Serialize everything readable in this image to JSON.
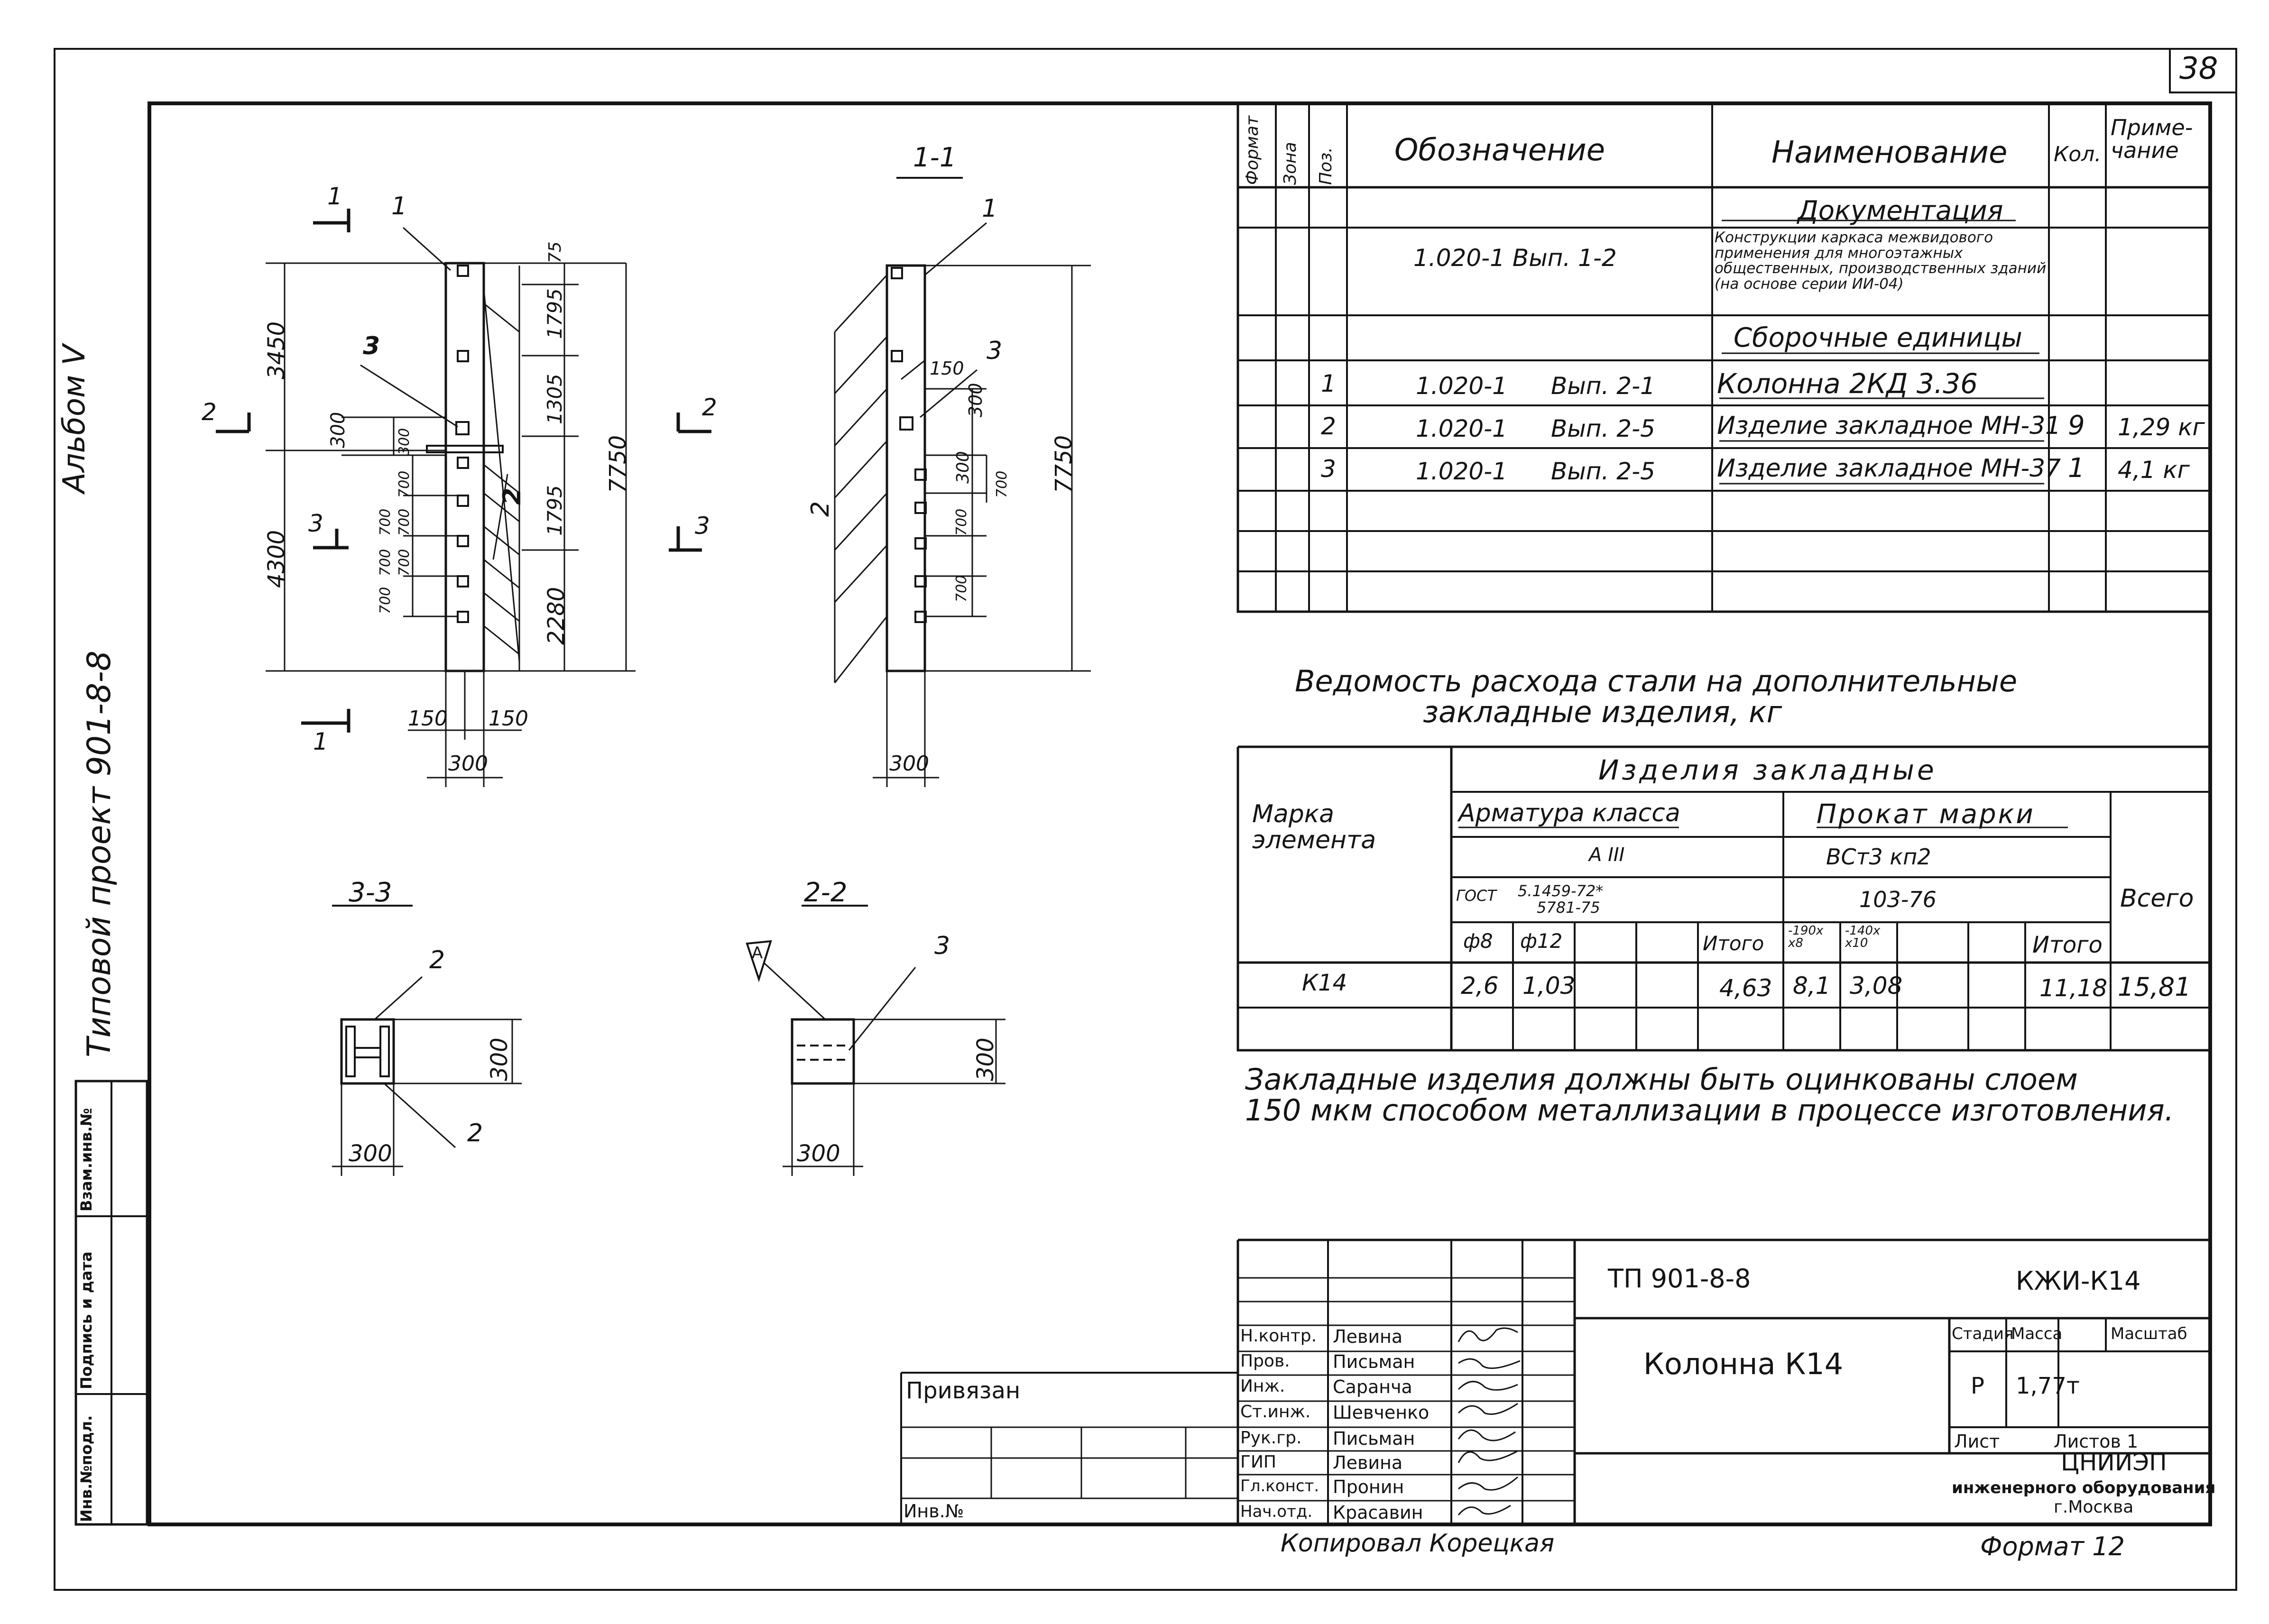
{
  "sheet_number": "38",
  "side": {
    "album": "Альбом V",
    "project": "Типовой проект 901-8-8",
    "stamp_cols": [
      "Инв.№подл.",
      "Подпись и дата",
      "Взам.инв.№"
    ]
  },
  "views": {
    "section_1_1": "1-1",
    "section_2_2": "2-2",
    "section_3_3": "3-3",
    "front": {
      "cut_marks": [
        "1",
        "1",
        "2",
        "2",
        "3",
        "3"
      ],
      "positions": [
        "1",
        "2",
        "3"
      ],
      "dims_left": [
        "3450",
        "300",
        "4300"
      ],
      "dims_right": [
        "75",
        "1795",
        "1305",
        "1795",
        "2280",
        "7750"
      ],
      "dims_inner": [
        "300",
        "700",
        "700",
        "700",
        "700",
        "700",
        "700"
      ],
      "dims_bottom": [
        "150",
        "150",
        "300"
      ]
    },
    "side": {
      "positions": [
        "1",
        "2",
        "3"
      ],
      "dims": [
        "150",
        "300",
        "300",
        "700",
        "700",
        "700",
        "7750",
        "300"
      ]
    },
    "s33": {
      "positions": [
        "2",
        "2"
      ],
      "dims": [
        "300",
        "300"
      ]
    },
    "s22": {
      "positions": [
        "3"
      ],
      "flag": "А",
      "dims": [
        "300",
        "300"
      ]
    }
  },
  "spec": {
    "headers": [
      "Формат",
      "Зона",
      "Поз.",
      "Обозначение",
      "Наименование",
      "Кол.",
      "Приме-чание"
    ],
    "section_docs": "Документация",
    "doc_row": {
      "designation": "1.020-1 Вып. 1-2",
      "name": "Конструкции каркаса межвидового применения для многоэтажных общественных, производственных зданий (на основе серии ИИ-04)"
    },
    "section_units": "Сборочные единицы",
    "rows": [
      {
        "pos": "1",
        "code": "1.020-1",
        "issue": "Вып. 2-1",
        "name": "Колонна 2КД 3.36",
        "qty": "",
        "note": ""
      },
      {
        "pos": "2",
        "code": "1.020-1",
        "issue": "Вып. 2-5",
        "name": "Изделие закладное МН-31",
        "qty": "9",
        "note": "1,29 кг"
      },
      {
        "pos": "3",
        "code": "1.020-1",
        "issue": "Вып. 2-5",
        "name": "Изделие закладное МН-37",
        "qty": "1",
        "note": "4,1 кг"
      }
    ]
  },
  "steel": {
    "title_line1": "Ведомость расхода стали на дополнительные",
    "title_line2": "закладные изделия, кг",
    "col_mark": "Марка элемента",
    "col_group": "Изделия закладные",
    "rebar_head": "Арматура класса",
    "rebar_class": "А III",
    "rebar_gost": "ГОСТ",
    "rebar_gost_num1": "5.1459-72*",
    "rebar_gost_num2": "5781-75",
    "rolled_head": "Прокат марки",
    "rolled_grade": "ВСт3 кп2",
    "rolled_gost": "103-76",
    "total_head": "Всего",
    "sub_phi8": "ф8",
    "sub_phi12": "ф12",
    "sub_total1": "Итого",
    "sub_s1": "-190x x8",
    "sub_s2": "-140x x10",
    "sub_total2": "Итого",
    "row": {
      "mark": "К14",
      "phi8": "2,6",
      "phi12": "1,03",
      "total1": "4,63",
      "s1": "8,1",
      "s2": "3,08",
      "total2": "11,18",
      "grand": "15,81"
    }
  },
  "note_line1": "Закладные изделия должны быть оцинкованы слоем",
  "note_line2": "150 мкм способом металлизации в процессе изготовления.",
  "title_block": {
    "tp": "ТП  901-8-8",
    "code": "КЖИ-К14",
    "object": "Колонна К14",
    "roles": [
      "Н.контр.",
      "Пров.",
      "Инж.",
      "Ст.инж.",
      "Рук.гр.",
      "ГИП",
      "Гл.конст.",
      "Нач.отд."
    ],
    "names": [
      "Левина",
      "Письман",
      "Саранча",
      "Шевченко",
      "Письман",
      "Левина",
      "Пронин",
      "Красавин"
    ],
    "stage_head": "Стадия",
    "mass_head": "Масса",
    "scale_head": "Масштаб",
    "stage": "Р",
    "mass": "1,77т",
    "sheet": "Лист",
    "sheets": "Листов 1",
    "org1": "ЦНИИЭП",
    "org2": "инженерного оборудования",
    "org3": "г.Москва",
    "privyazan": "Привязан",
    "inv": "Инв.№"
  },
  "copied": "Копировал  Корецкая",
  "format": "Формат 12"
}
